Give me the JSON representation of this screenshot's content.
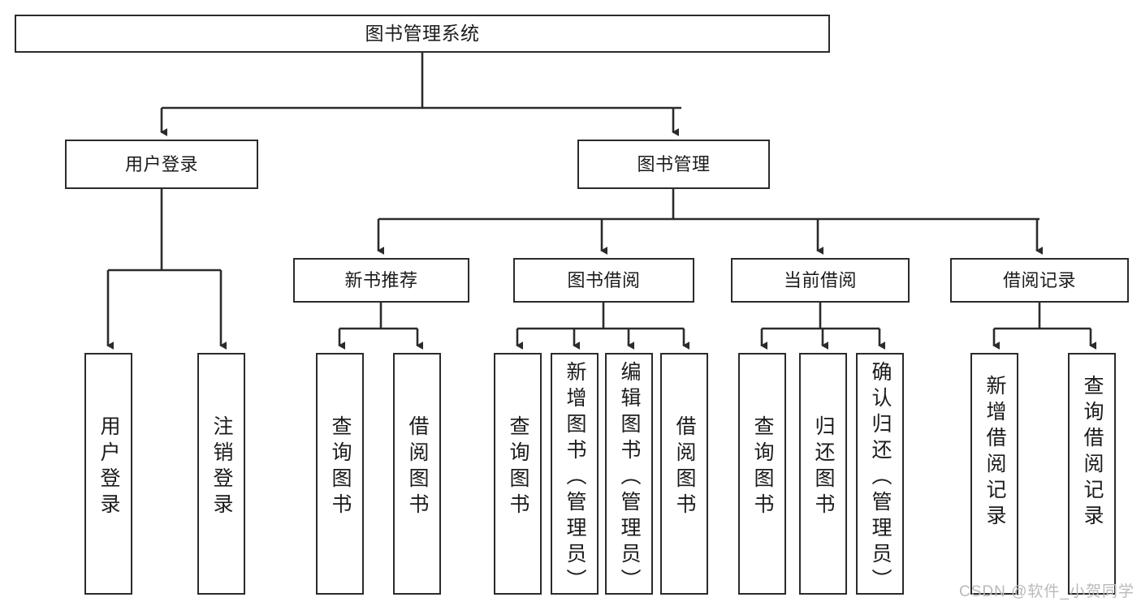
{
  "diagram": {
    "type": "tree",
    "title": "图书管理系统",
    "root": {
      "id": "root",
      "label": "图书管理系统"
    },
    "level2": [
      {
        "id": "user-login",
        "label": "用户登录"
      },
      {
        "id": "book-manage",
        "label": "图书管理"
      }
    ],
    "level3": [
      {
        "id": "new-book-rec",
        "label": "新书推荐",
        "parent": "book-manage"
      },
      {
        "id": "book-borrow",
        "label": "图书借阅",
        "parent": "book-manage"
      },
      {
        "id": "current-borrow",
        "label": "当前借阅",
        "parent": "book-manage"
      },
      {
        "id": "borrow-record",
        "label": "借阅记录",
        "parent": "book-manage"
      }
    ],
    "leaves": [
      {
        "id": "leaf-user-login",
        "label": "用户登录",
        "parent": "user-login"
      },
      {
        "id": "leaf-logout",
        "label": "注销登录",
        "parent": "user-login"
      },
      {
        "id": "leaf-query-book-1",
        "label": "查询图书",
        "parent": "new-book-rec"
      },
      {
        "id": "leaf-borrow-book-1",
        "label": "借阅图书",
        "parent": "new-book-rec"
      },
      {
        "id": "leaf-query-book-2",
        "label": "查询图书",
        "parent": "book-borrow"
      },
      {
        "id": "leaf-add-book",
        "label": "新增图书（管理员）",
        "parent": "book-borrow"
      },
      {
        "id": "leaf-edit-book",
        "label": "编辑图书（管理员）",
        "parent": "book-borrow"
      },
      {
        "id": "leaf-borrow-book-2",
        "label": "借阅图书",
        "parent": "book-borrow"
      },
      {
        "id": "leaf-query-book-3",
        "label": "查询图书",
        "parent": "current-borrow"
      },
      {
        "id": "leaf-return-book",
        "label": "归还图书",
        "parent": "current-borrow"
      },
      {
        "id": "leaf-confirm-return",
        "label": "确认归还（管理员）",
        "parent": "current-borrow"
      },
      {
        "id": "leaf-add-record",
        "label": "新增借阅记录",
        "parent": "borrow-record"
      },
      {
        "id": "leaf-query-record",
        "label": "查询借阅记录",
        "parent": "borrow-record"
      }
    ]
  },
  "watermark": {
    "text": "CSDN @软件_小贺同学"
  },
  "colors": {
    "box_border": "#2b2b2b",
    "box_fill": "#ffffff",
    "line": "#2b2b2b",
    "text": "#1b1b1b",
    "watermark": "#b9b9b9",
    "background": "#ffffff"
  }
}
